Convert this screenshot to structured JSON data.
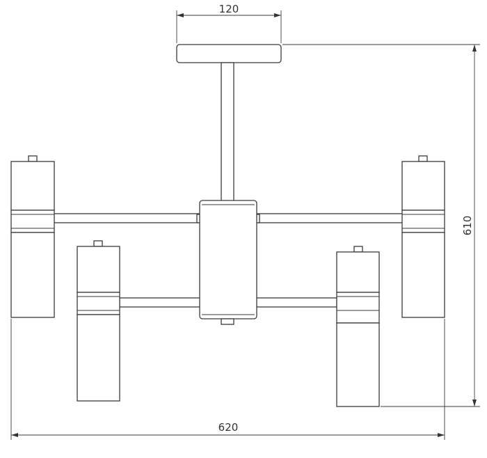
{
  "dimensions": {
    "canopy_width": "120",
    "total_height": "610",
    "total_width": "620"
  }
}
